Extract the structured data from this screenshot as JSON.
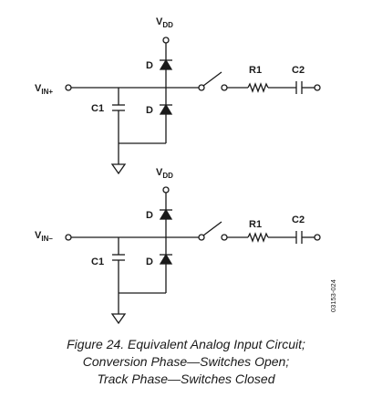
{
  "circuit_top": {
    "supply_label": "V",
    "supply_sub": "DD",
    "input_label": "V",
    "input_sub": "IN+",
    "diode_upper_label": "D",
    "diode_lower_label": "D",
    "capacitor_label": "C1",
    "resistor_label": "R1",
    "series_cap_label": "C2"
  },
  "circuit_bottom": {
    "supply_label": "V",
    "supply_sub": "DD",
    "input_label": "V",
    "input_sub": "IN–",
    "diode_upper_label": "D",
    "diode_lower_label": "D",
    "capacitor_label": "C1",
    "resistor_label": "R1",
    "series_cap_label": "C2"
  },
  "document_number": "03153-024",
  "caption": {
    "line1": "Figure 24. Equivalent Analog Input Circuit;",
    "line2": "Conversion Phase—Switches Open;",
    "line3": "Track Phase—Switches Closed"
  }
}
